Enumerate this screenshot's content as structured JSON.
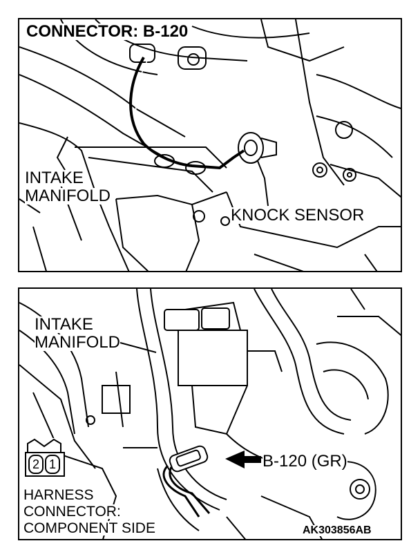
{
  "top_panel": {
    "title": "CONNECTOR: B-120",
    "intake_manifold_line1": "INTAKE",
    "intake_manifold_line2": "MANIFOLD",
    "knock_sensor": "KNOCK SENSOR"
  },
  "bottom_panel": {
    "intake_manifold_line1": "INTAKE",
    "intake_manifold_line2": "MANIFOLD",
    "connector_callout": "B-120 (GR)",
    "pin_left": "2",
    "pin_right": "1",
    "harness_line1": "HARNESS",
    "harness_line2": "CONNECTOR:",
    "harness_line3": "COMPONENT SIDE",
    "figure_code": "AK303856AB"
  }
}
